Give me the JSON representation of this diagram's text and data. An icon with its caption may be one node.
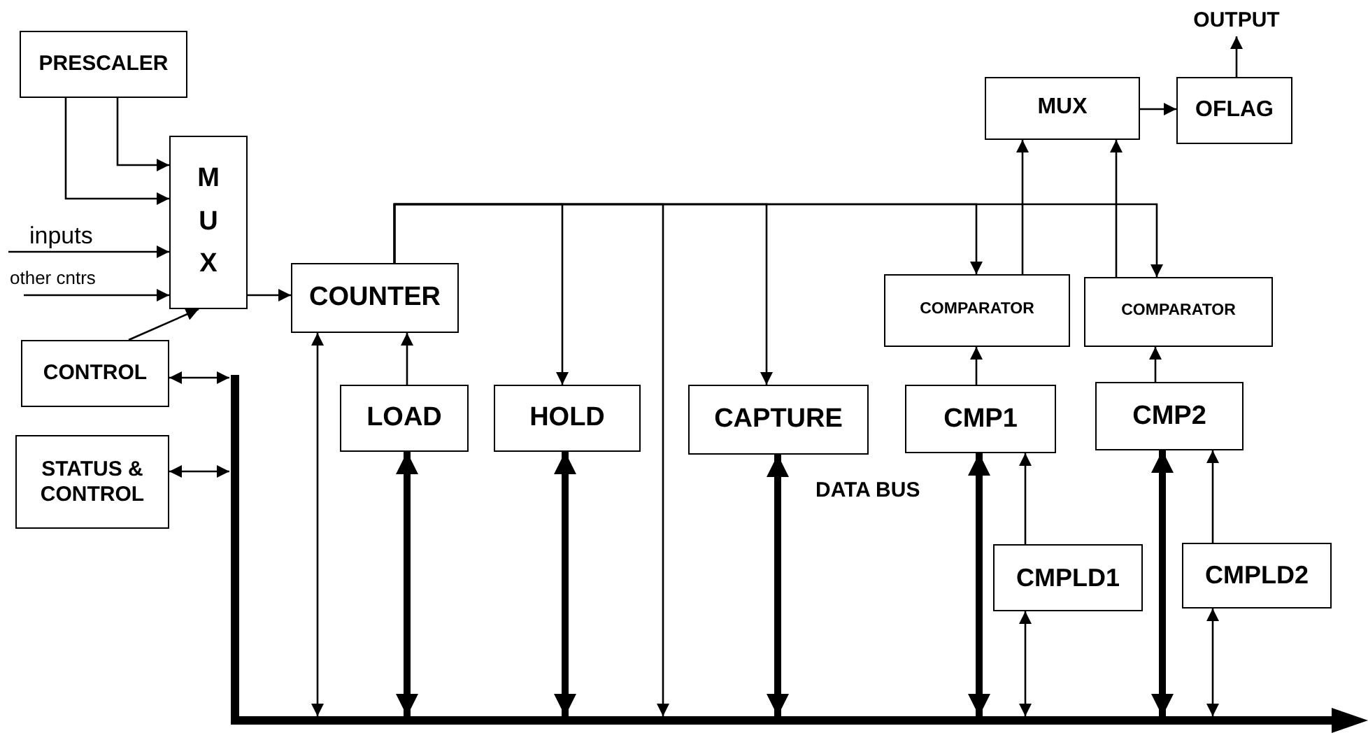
{
  "diagram": {
    "nodes": [
      {
        "text": [
          "PRESCALER"
        ]
      },
      {
        "text": [
          "M U X"
        ]
      },
      {
        "text": [
          "CONTROL"
        ]
      },
      {
        "text": [
          "STATUS & CONTROL"
        ]
      },
      {
        "text": [
          "COUNTER"
        ]
      },
      {
        "text": [
          "LOAD"
        ]
      },
      {
        "text": [
          "HOLD"
        ]
      },
      {
        "text": [
          "CAPTURE"
        ]
      },
      {
        "text": [
          "COMPARATOR"
        ]
      },
      {
        "text": [
          "COMPARATOR"
        ]
      },
      {
        "text": [
          "CMP1"
        ]
      },
      {
        "text": [
          "CMP2"
        ]
      },
      {
        "text": [
          "CMPLD1"
        ]
      },
      {
        "text": [
          "CMPLD2"
        ]
      },
      {
        "text": [
          "MUX"
        ]
      },
      {
        "text": [
          "OFLAG"
        ]
      },
      {
        "text": [
          "OUTPUT"
        ]
      },
      {
        "text": [],
        "shape": "bar"
      },
      {
        "text": [],
        "shape": "bar"
      }
    ],
    "edges": [
      {
        "from": 0,
        "to": 1,
        "arrow": "to"
      },
      {
        "from": 0,
        "to": 1,
        "arrow": "to"
      },
      {
        "from": null,
        "to": 1,
        "arrow": "to",
        "label": "inputs"
      },
      {
        "from": null,
        "to": 1,
        "arrow": "to",
        "label": "other cntrs"
      },
      {
        "from": 1,
        "to": 4,
        "arrow": "to"
      },
      {
        "from": 2,
        "to": 1,
        "arrow": "to"
      },
      {
        "from": 2,
        "to": 17,
        "arrow": "both"
      },
      {
        "from": 3,
        "to": 17,
        "arrow": "both"
      },
      {
        "from": 4,
        "to": 18,
        "arrow": "both"
      },
      {
        "from": 5,
        "to": 4,
        "arrow": "to"
      },
      {
        "from": 5,
        "to": 18,
        "arrow": "both",
        "style": "thick"
      },
      {
        "from": 6,
        "to": 18,
        "arrow": "both",
        "style": "thick"
      },
      {
        "from": 7,
        "to": 18,
        "arrow": "both",
        "style": "thick"
      },
      {
        "from": 4,
        "to": 6,
        "arrow": "to"
      },
      {
        "from": 4,
        "to": 18,
        "arrow": "to"
      },
      {
        "from": 4,
        "to": 7,
        "arrow": "to"
      },
      {
        "from": 4,
        "to": 8,
        "arrow": "to"
      },
      {
        "from": 4,
        "to": 9,
        "arrow": "to"
      },
      {
        "from": 8,
        "to": 14,
        "arrow": "to"
      },
      {
        "from": 9,
        "to": 14,
        "arrow": "to"
      },
      {
        "from": 14,
        "to": 15,
        "arrow": "to"
      },
      {
        "from": 15,
        "to": 16,
        "arrow": "to"
      },
      {
        "from": 10,
        "to": 8,
        "arrow": "to"
      },
      {
        "from": 11,
        "to": 9,
        "arrow": "to"
      },
      {
        "from": 10,
        "to": 18,
        "arrow": "both",
        "style": "thick"
      },
      {
        "from": 11,
        "to": 18,
        "arrow": "both",
        "style": "thick"
      },
      {
        "from": 12,
        "to": 10,
        "arrow": "to"
      },
      {
        "from": 13,
        "to": 11,
        "arrow": "to"
      },
      {
        "from": 12,
        "to": 18,
        "arrow": "both"
      },
      {
        "from": 13,
        "to": 18,
        "arrow": "both"
      }
    ],
    "labels": [
      "DATA BUS"
    ]
  }
}
